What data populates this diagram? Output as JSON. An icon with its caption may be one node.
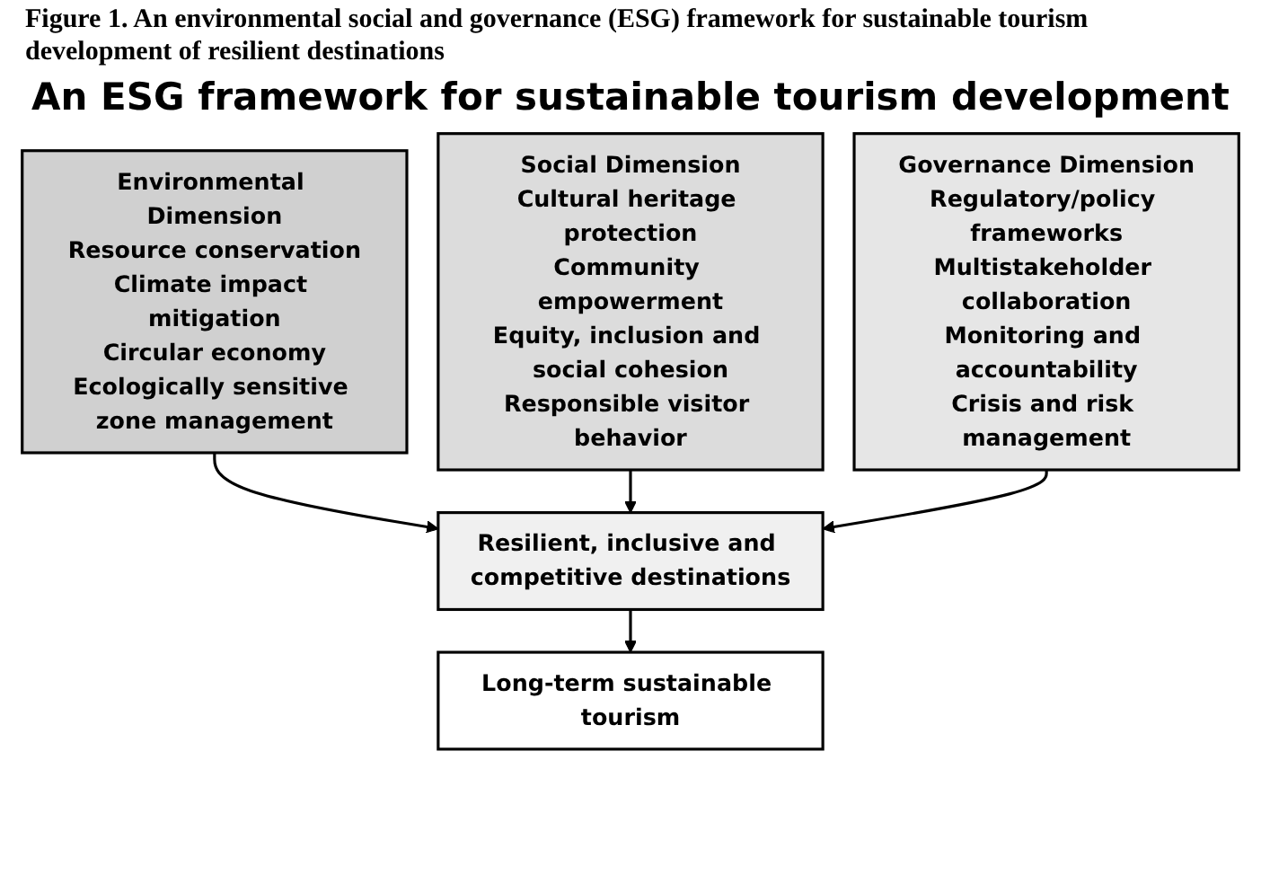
{
  "diagram": {
    "title": "An ESG framework for sustainable tourism development",
    "caption": "Figure 1. An environmental social and governance (ESG) framework for sustainable tourism development of resilient destinations",
    "nodes": [
      {
        "text": [
          "Environmental Dimension",
          "Resource conservation",
          "Climate impact mitigation",
          "Circular economy",
          "Ecologically sensitive zone management"
        ]
      },
      {
        "text": [
          "Social Dimension",
          "Cultural heritage protection",
          "Community empowerment",
          "Equity, inclusion and social cohesion",
          "Responsible visitor behavior"
        ]
      },
      {
        "text": [
          "Governance Dimension",
          "Regulatory/policy frameworks",
          "Multistakeholder collaboration",
          "Monitoring and accountability",
          "Crisis and risk management"
        ]
      },
      {
        "text": [
          "Resilient, inclusive and competitive destinations"
        ]
      },
      {
        "text": [
          "Long-term sustainable tourism"
        ]
      }
    ],
    "edges": [
      {
        "from": 0,
        "to": 3,
        "arrow": "to"
      },
      {
        "from": 1,
        "to": 3,
        "arrow": "to"
      },
      {
        "from": 2,
        "to": 3,
        "arrow": "to"
      },
      {
        "from": 3,
        "to": 4,
        "arrow": "to"
      }
    ]
  }
}
